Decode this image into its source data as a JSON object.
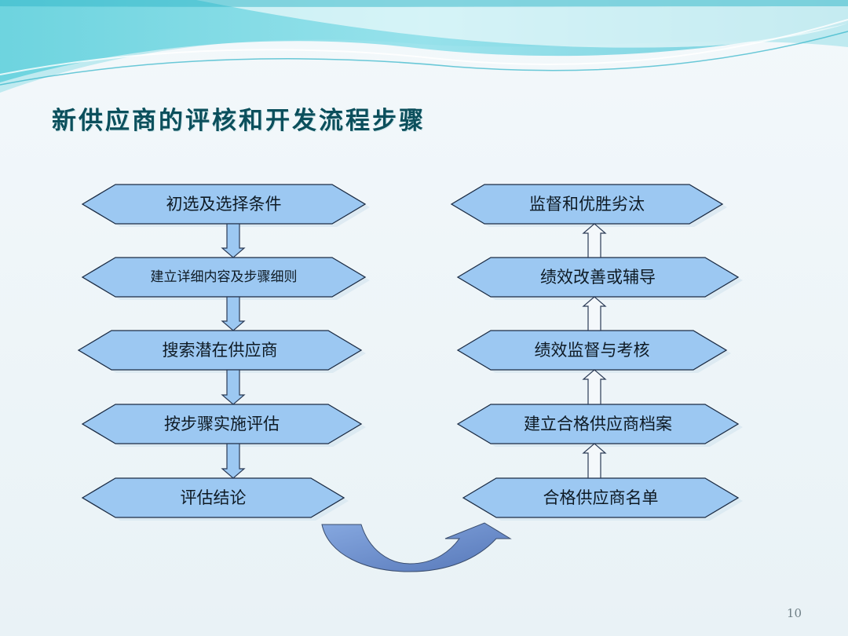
{
  "title": "新供应商的评核和开发流程步骤",
  "page_number": "10",
  "left_steps": [
    "初选及选择条件",
    "建立详细内容及步骤细则",
    "搜索潜在供应商",
    "按步骤实施评估",
    "评估结论"
  ],
  "right_steps": [
    "监督和优胜劣汰",
    "绩效改善或辅导",
    "绩效监督与考核",
    "建立合格供应商档案",
    "合格供应商名单"
  ],
  "colors": {
    "node_fill": "#9cc8f2",
    "node_border": "#1c2c44",
    "arrow_fill": "#9cc8f2",
    "u_arrow_fill": "#6b8fcf",
    "title": "#0b4f5c",
    "wave": "#4cc7d8"
  }
}
